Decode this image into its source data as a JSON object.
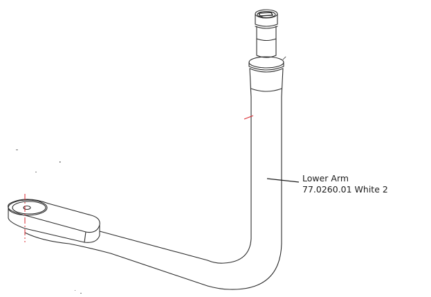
{
  "diagram": {
    "type": "technical-part-drawing",
    "part": {
      "name": "Lower Arm",
      "part_number": "77.0260.01 White 2"
    },
    "callout": {
      "line1": "Lower Arm",
      "line2": "77.0260.01 White 2"
    },
    "colors": {
      "line": "#2a2a2a",
      "centerline": "#d9262c",
      "background": "#ffffff"
    }
  }
}
